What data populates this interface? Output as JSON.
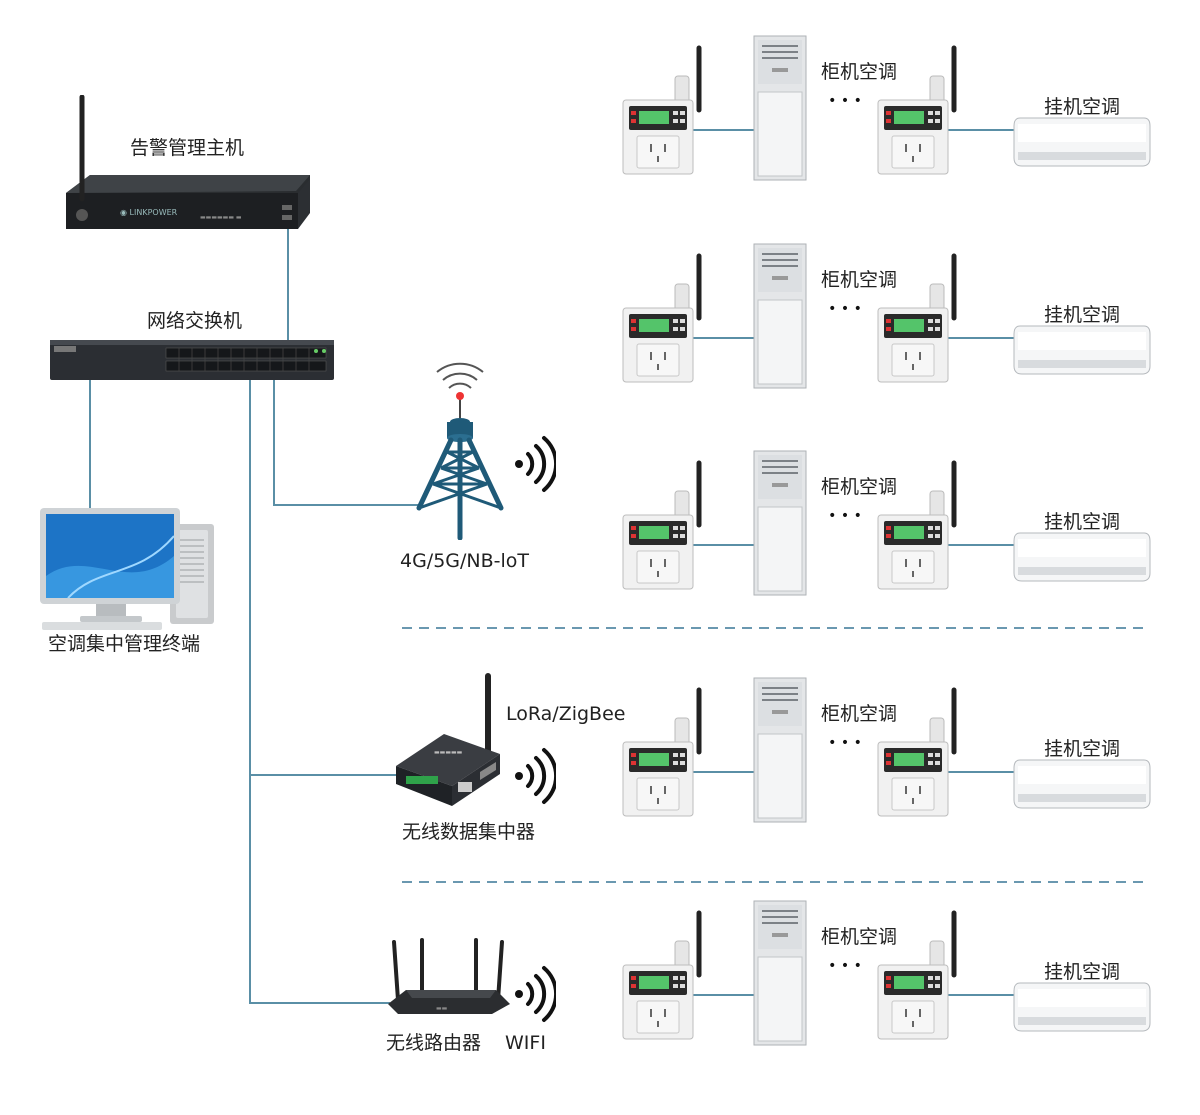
{
  "labels": {
    "alarm_host": "告警管理主机",
    "network_switch": "网络交换机",
    "central_terminal": "空调集中管理终端",
    "cellular": "4G/5G/NB-loT",
    "lora_zigbee": "LoRa/ZigBee",
    "wireless_concentrator": "无线数据集中器",
    "wireless_router": "无线路由器",
    "wifi": "WIFI"
  },
  "rows": [
    {
      "cabinet_ac": "柜机空调",
      "wall_ac": "挂机空调",
      "ellipsis": "• • •"
    },
    {
      "cabinet_ac": "柜机空调",
      "wall_ac": "挂机空调",
      "ellipsis": "• • •"
    },
    {
      "cabinet_ac": "柜机空调",
      "wall_ac": "挂机空调",
      "ellipsis": "• • •"
    },
    {
      "cabinet_ac": "柜机空调",
      "wall_ac": "挂机空调",
      "ellipsis": "• • •"
    },
    {
      "cabinet_ac": "柜机空调",
      "wall_ac": "挂机空调",
      "ellipsis": "• • •"
    }
  ],
  "colors": {
    "line": "#5a8fa6",
    "dash": "#6a98b0",
    "tower": "#1f5a78",
    "text": "#222222"
  }
}
